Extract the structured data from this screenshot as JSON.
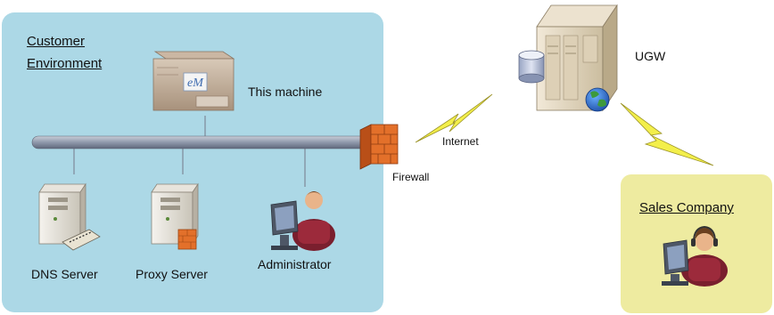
{
  "customer_env": {
    "title_line1": "Customer",
    "title_line2": "Environment",
    "fill": "#acd8e6"
  },
  "sales": {
    "title": "Sales Company",
    "fill": "#eeeba0"
  },
  "nodes": {
    "this_machine": "This machine",
    "dns_server": "DNS Server",
    "proxy_server": "Proxy Server",
    "administrator": "Administrator",
    "firewall": "Firewall",
    "ugw": "UGW",
    "internet": "Internet"
  },
  "icons": {
    "machine": "mfp-device-icon",
    "dns": "dns-server-icon",
    "proxy": "proxy-server-icon",
    "admin": "administrator-person-icon",
    "firewall": "firewall-brick-icon",
    "ugw": "server-tower-icon",
    "database": "database-cylinder-icon",
    "globe": "globe-icon",
    "operator": "headset-operator-icon",
    "lightning": "lightning-link-icon"
  },
  "colors": {
    "bus": "#8f98ab",
    "lightning": "#f3ef4b",
    "firewall": "#e3702a"
  }
}
